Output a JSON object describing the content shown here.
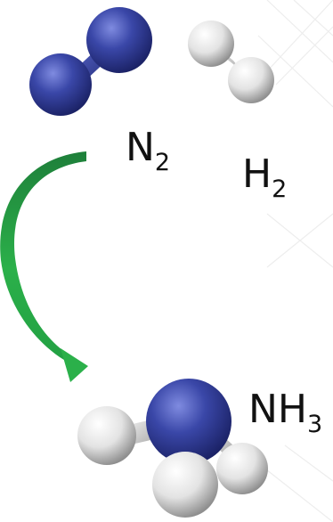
{
  "labels": {
    "n2": {
      "symbol": "N",
      "subscript": "2"
    },
    "h2": {
      "symbol": "H",
      "subscript": "2"
    },
    "nh3": {
      "symbol": "NH",
      "subscript": "3"
    }
  },
  "colors": {
    "nitrogen": "#3a47a8",
    "hydrogen": "#e8e8e8",
    "arrow": "#2bb04a",
    "background": "#ffffff",
    "text": "#111111"
  }
}
